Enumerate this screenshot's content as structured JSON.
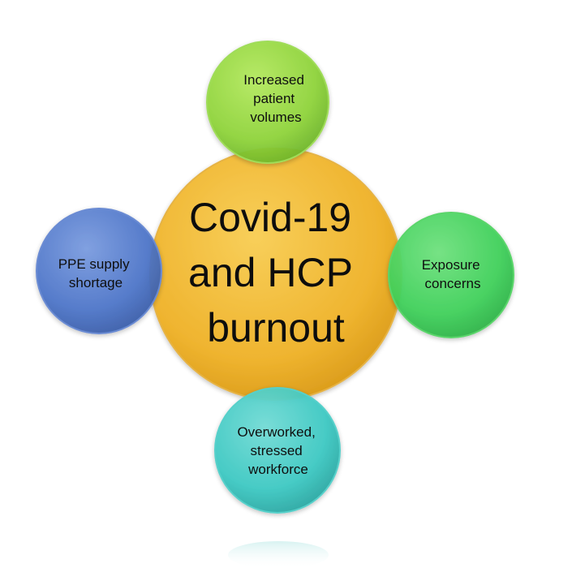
{
  "diagram": {
    "center": {
      "lines": [
        "Covid-19",
        "and HCP",
        "burnout"
      ],
      "color": "#f0b733"
    },
    "nodes": {
      "top": {
        "lines": [
          "Increased",
          "patient",
          "volumes"
        ],
        "color": "#8fd43a"
      },
      "right": {
        "lines": [
          "Exposure",
          "concerns"
        ],
        "color": "#3fd15a"
      },
      "bottom": {
        "lines": [
          "Overworked,",
          "stressed",
          "workforce"
        ],
        "color": "#3cc9c3"
      },
      "left": {
        "lines": [
          "PPE supply",
          "shortage"
        ],
        "color": "#4d75c9"
      }
    }
  }
}
